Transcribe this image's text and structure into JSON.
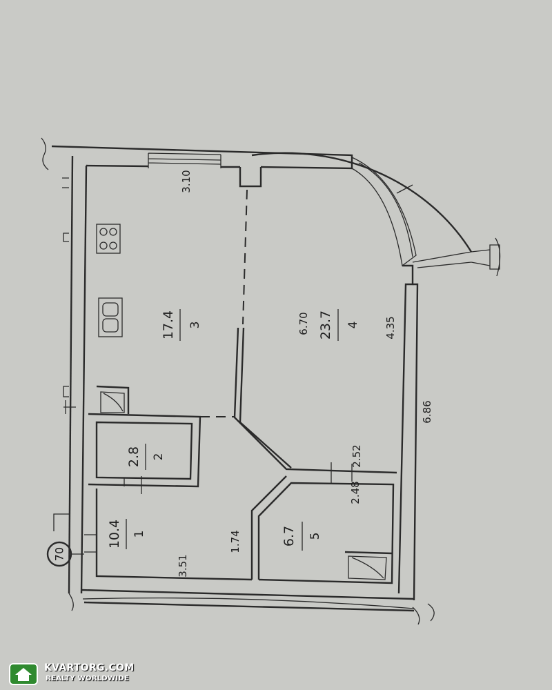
{
  "building_number": "70",
  "rooms": [
    {
      "number": "1",
      "area": "10.4"
    },
    {
      "number": "2",
      "area": "2.8"
    },
    {
      "number": "3",
      "area": "17.4"
    },
    {
      "number": "4",
      "area": "23.7"
    },
    {
      "number": "5",
      "area": "6.7"
    }
  ],
  "dimensions": {
    "d_310": "3.10",
    "d_670": "6.70",
    "d_435": "4.35",
    "d_686": "6.86",
    "d_252": "2.52",
    "d_248": "2.48",
    "d_351": "3.51",
    "d_174": "1.74"
  },
  "watermark": {
    "site": "KVARTORG.COM",
    "tagline": "REALTY WORLDWIDE",
    "icon": "house-icon"
  },
  "colors": {
    "paper": "#c9cac6",
    "ink": "#2a2a2a"
  }
}
